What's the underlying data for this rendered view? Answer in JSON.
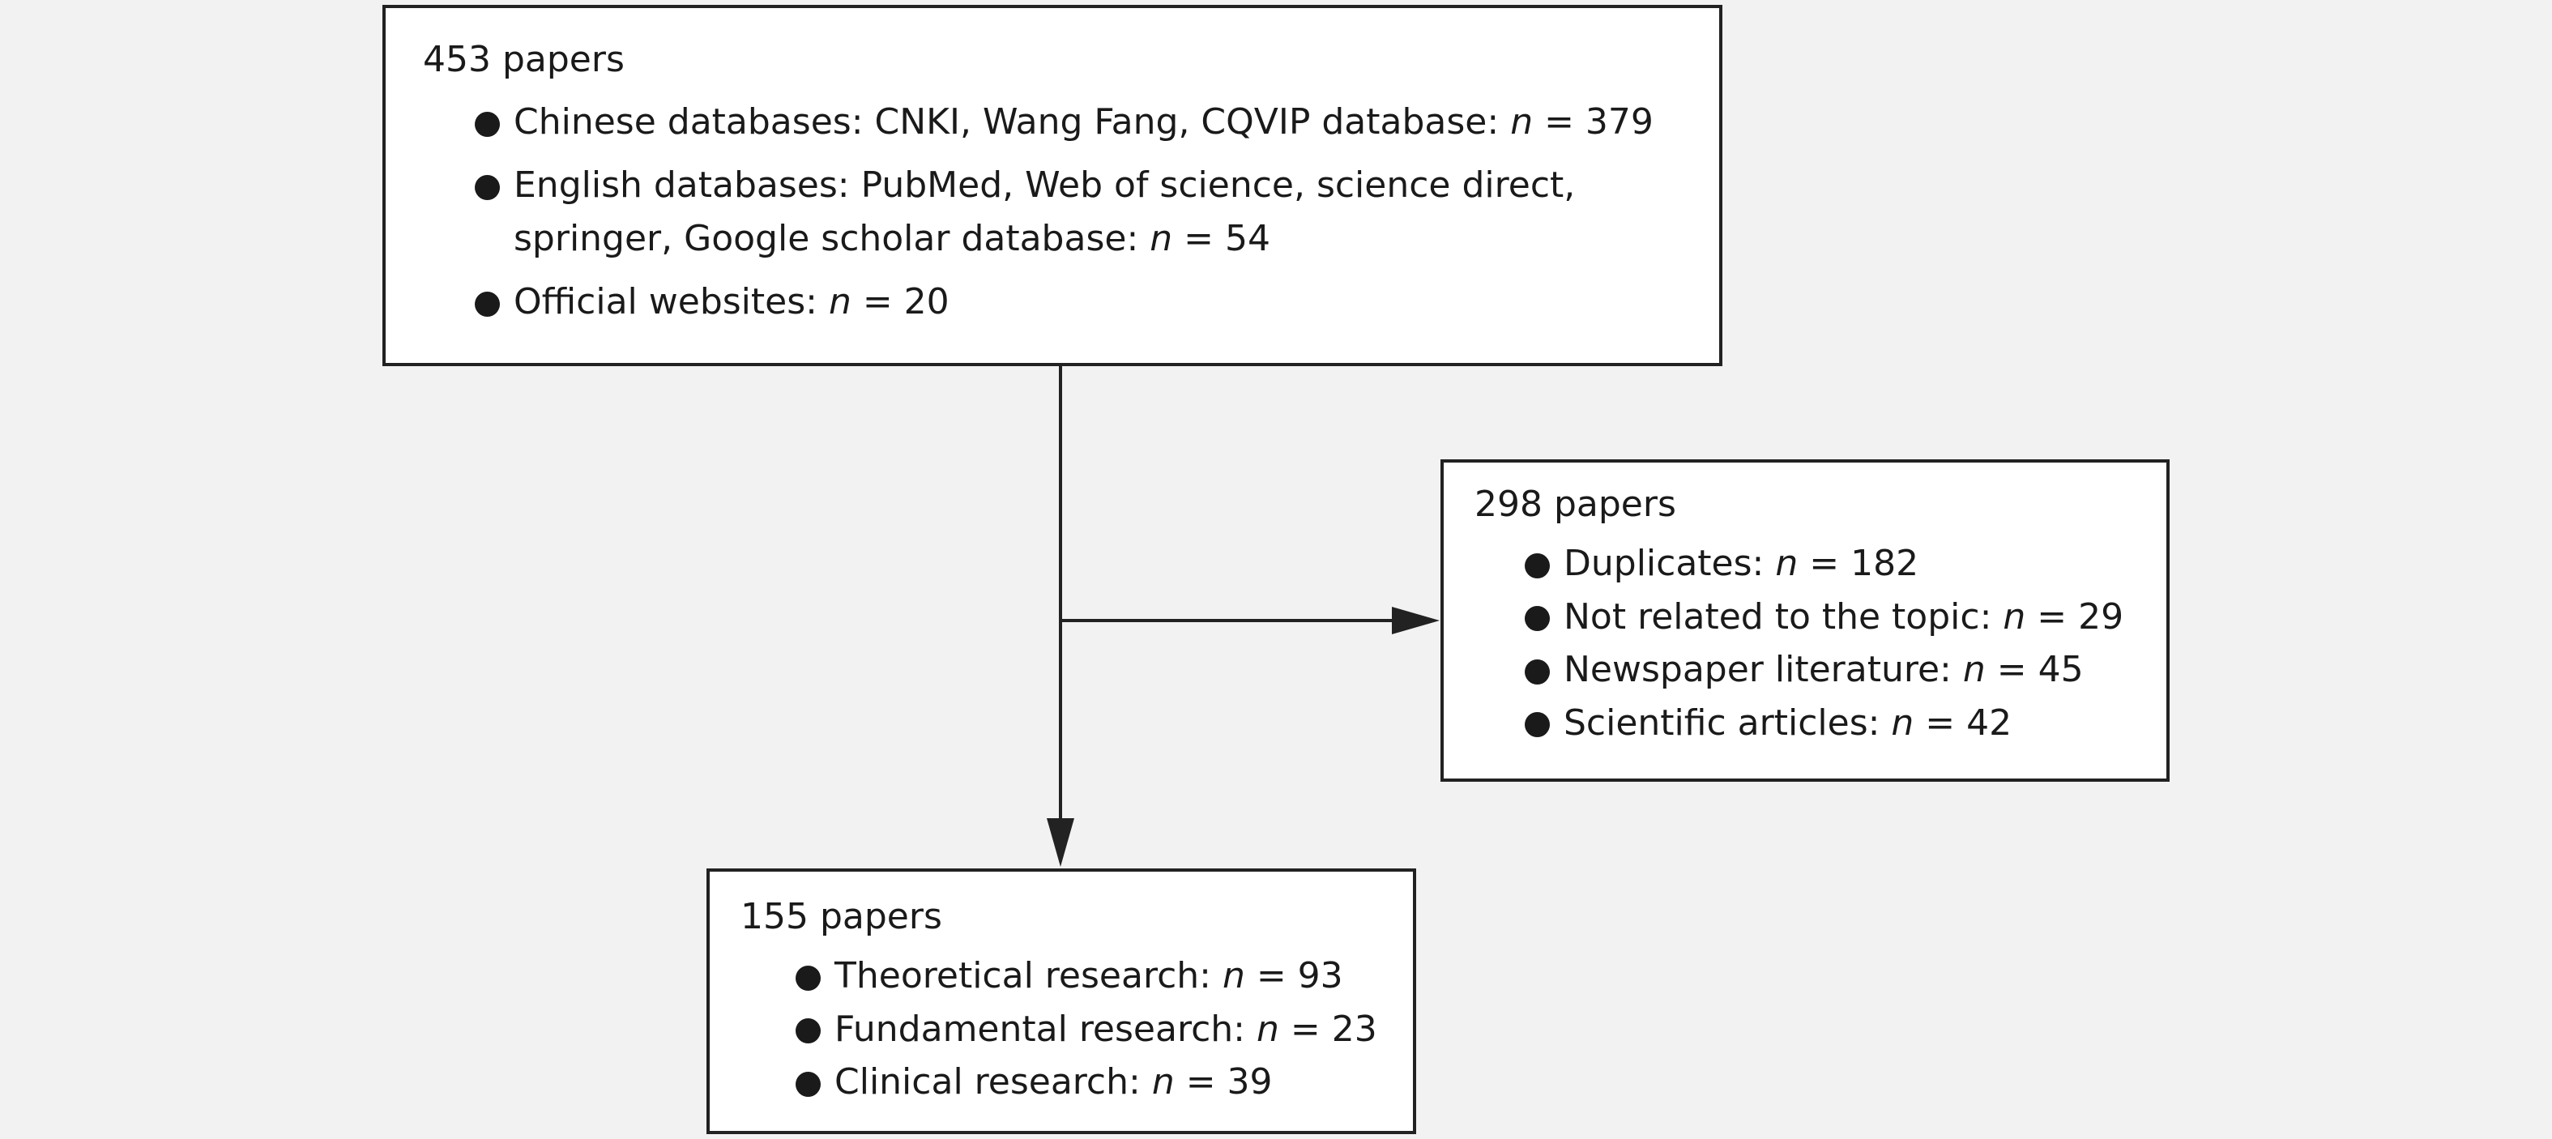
{
  "diagram": {
    "top_box": {
      "title": "453 papers",
      "items": [
        {
          "label": "Chinese databases: CNKI, Wang Fang, CQVIP database: ",
          "n_symbol": "n",
          "rest": " = 379"
        },
        {
          "label": "English databases: PubMed, Web of science, science direct, springer, Google scholar database: ",
          "n_symbol": "n",
          "rest": " = 54"
        },
        {
          "label": "Official websites: ",
          "n_symbol": "n",
          "rest": " = 20"
        }
      ]
    },
    "excluded_box": {
      "title": "298 papers",
      "items": [
        {
          "label": "Duplicates: ",
          "n_symbol": "n",
          "rest": " = 182"
        },
        {
          "label": "Not related to the topic: ",
          "n_symbol": "n",
          "rest": " = 29"
        },
        {
          "label": "Newspaper literature: ",
          "n_symbol": "n",
          "rest": " = 45"
        },
        {
          "label": "Scientific articles: ",
          "n_symbol": "n",
          "rest": " = 42"
        }
      ]
    },
    "included_box": {
      "title": "155 papers",
      "items": [
        {
          "label": "Theoretical research: ",
          "n_symbol": "n",
          "rest": " = 93"
        },
        {
          "label": "Fundamental research: ",
          "n_symbol": "n",
          "rest": " = 23"
        },
        {
          "label": "Clinical research: ",
          "n_symbol": "n",
          "rest": " = 39"
        }
      ]
    },
    "colors": {
      "line": "#222222",
      "background": "#f2f2f2",
      "box_fill": "#ffffff"
    }
  }
}
